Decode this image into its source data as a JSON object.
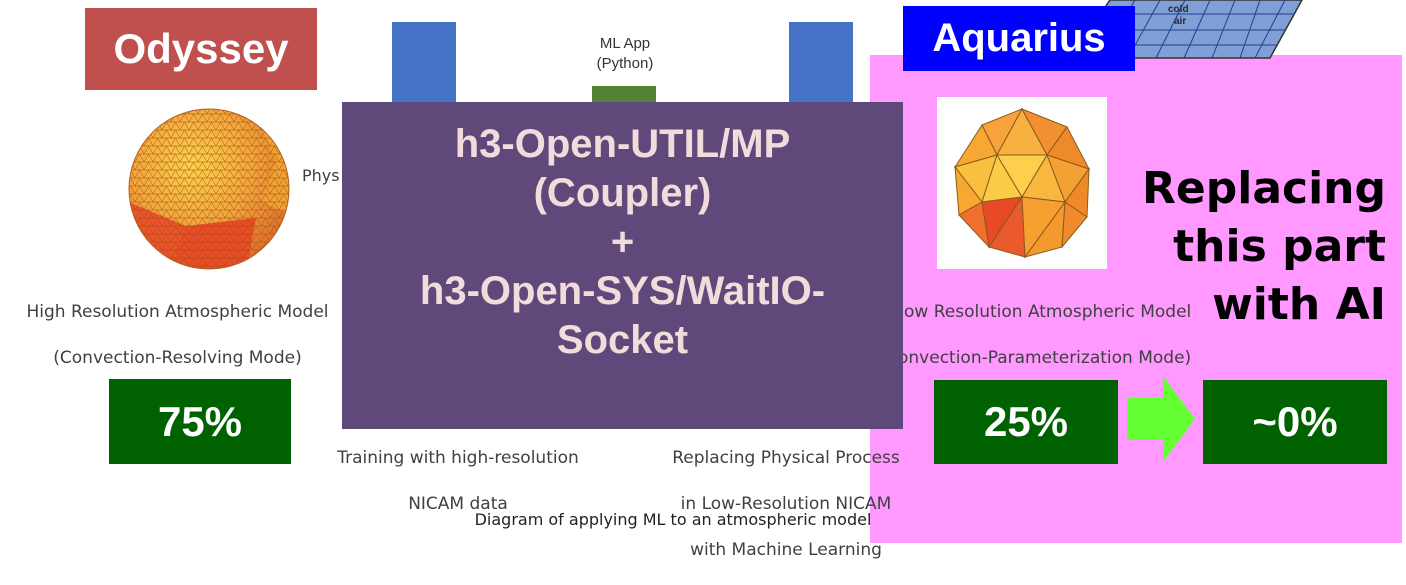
{
  "labels": {
    "odyssey": "Odyssey",
    "aquarius": "Aquarius",
    "ml_app_line1": "ML App",
    "ml_app_line2": "(Python)",
    "phys_fragment": "Phys",
    "cold_air_line1": "cold",
    "cold_air_line2": "air"
  },
  "captions": {
    "high_res_line1": "High Resolution Atmospheric Model",
    "high_res_line2": "(Convection-Resolving Mode)",
    "low_res_line1": "ow Resolution Atmospheric Model",
    "low_res_line2": "onvection-Parameterization Mode)",
    "training_line1": "Training with high-resolution",
    "training_line2": "NICAM data",
    "replacing_line1": "Replacing Physical Process",
    "replacing_line2": "in Low-Resolution NICAM",
    "replacing_line3": "with Machine Learning",
    "diagram_caption": "Diagram of applying ML to an atmospheric model"
  },
  "overlay": {
    "line1": "h3-Open-UTIL/MP",
    "line2": "(Coupler)",
    "line3": "+",
    "line4": "h3-Open-SYS/WaitIO-",
    "line5": "Socket"
  },
  "callout": {
    "line1": "Replacing",
    "line2": "this part",
    "line3": "with AI"
  },
  "percentages": {
    "high_res": "75%",
    "low_res": "25%",
    "ai": "~0%"
  },
  "colors": {
    "odyssey_bg": "#c0504d",
    "aquarius_bg": "#0000ff",
    "pink_panel": "#ff99ff",
    "overlay_bg": "#5f497a",
    "overlay_text": "#f2dcdb",
    "pct_bg": "#006100",
    "arrow": "#66ff33",
    "blue_bar": "#4472c4",
    "green_bar": "#548235"
  }
}
